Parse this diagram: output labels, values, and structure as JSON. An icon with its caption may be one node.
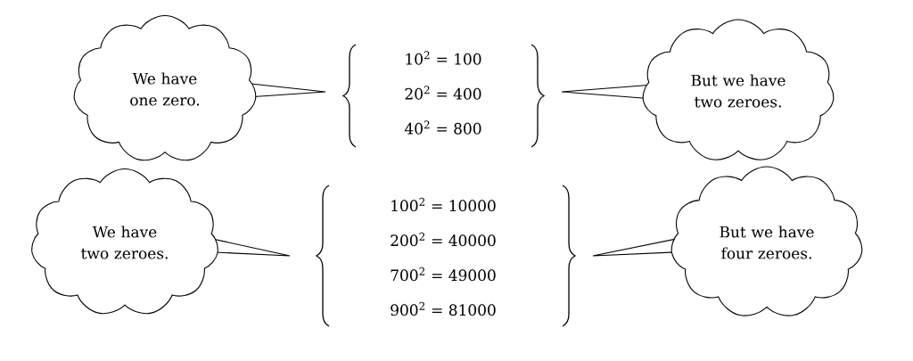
{
  "diagram": {
    "nodes": [
      {
        "text": [
          "We have one zero."
        ]
      },
      {
        "text": [
          "10$^{2}$ = 100",
          "20$^{2}$ = 400",
          "40$^{2}$ = 800"
        ]
      },
      {
        "text": [
          "But we have two zeroes."
        ]
      },
      {
        "text": [
          "We have two zeroes."
        ]
      },
      {
        "text": [
          "100$^{2}$ = 10000",
          "200$^{2}$ = 40000",
          "700$^{2}$ = 49000",
          "900$^{2}$ = 81000"
        ]
      },
      {
        "text": [
          "But we have four zeroes."
        ]
      }
    ]
  }
}
